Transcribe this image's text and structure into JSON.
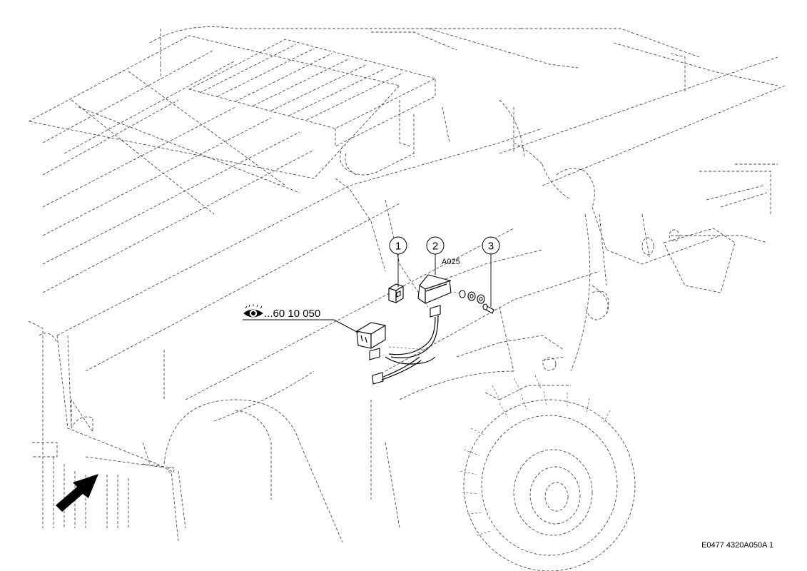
{
  "callouts": [
    {
      "number": "1"
    },
    {
      "number": "2"
    },
    {
      "number": "3"
    }
  ],
  "part_label": "A025",
  "reference": {
    "icon": "eye-icon",
    "text": "...60 10 050"
  },
  "direction_icon": "arrow-forward-icon",
  "drawing_code": "E0477 4320A050A 1"
}
